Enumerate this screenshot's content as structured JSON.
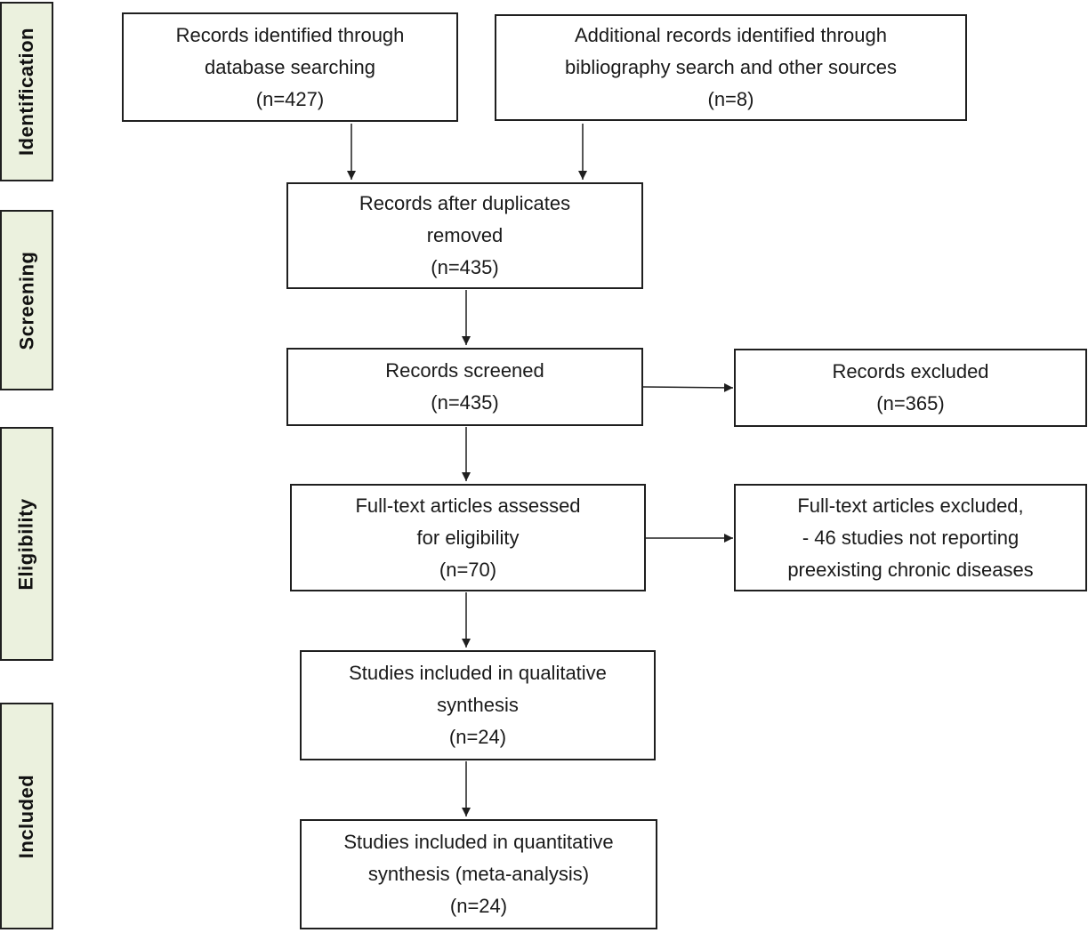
{
  "phases": {
    "identification": "Identification",
    "screening": "Screening",
    "eligibility": "Eligibility",
    "included": "Included"
  },
  "boxes": {
    "db_search": [
      "Records identified through",
      "database searching",
      "(n=427)"
    ],
    "additional": [
      "Additional records identified through",
      "bibliography search and other sources",
      "(n=8)"
    ],
    "after_duplicates": [
      "Records after duplicates",
      "removed",
      "(n=435)"
    ],
    "screened": [
      "Records screened",
      "(n=435)"
    ],
    "excluded": [
      "Records excluded",
      "(n=365)"
    ],
    "fulltext_assessed": [
      "Full-text articles assessed",
      "for eligibility",
      "(n=70)"
    ],
    "fulltext_excluded": [
      "Full-text articles excluded,",
      "- 46 studies not reporting",
      "preexisting chronic diseases"
    ],
    "qualitative": [
      "Studies included in qualitative",
      "synthesis",
      "(n=24)"
    ],
    "quantitative": [
      "Studies included in quantitative",
      "synthesis (meta-analysis)",
      "(n=24)"
    ]
  }
}
